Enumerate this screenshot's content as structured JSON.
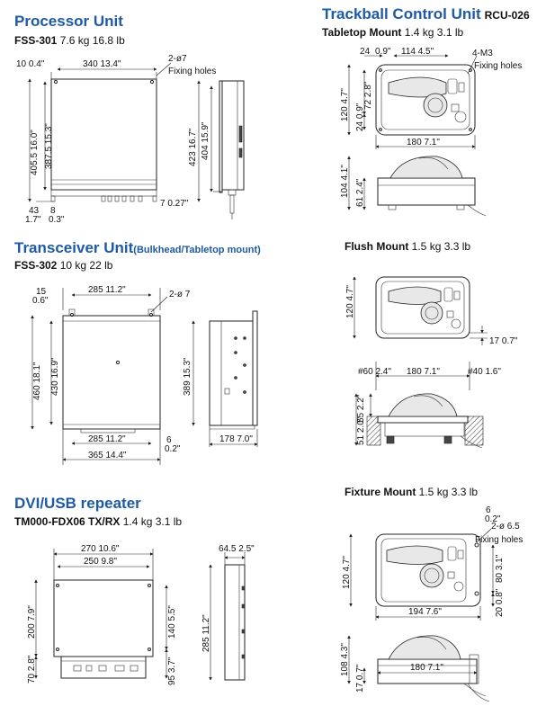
{
  "processor": {
    "title": "Processor Unit",
    "model": "FSS-301",
    "weight": "7.6 kg  16.8 lb",
    "dims": {
      "w_top": "340  13.4\"",
      "left_off": "10  0.4\"",
      "holes": "2-ø7",
      "holes_label": "Fixing holes",
      "h_outer": "405.5  16.0\"",
      "h_inner": "387.5  15.3\"",
      "side_h1": "423  16.7\"",
      "side_h2": "404  15.9\"",
      "side_d": "7  0.27\"",
      "bottom_a": "43",
      "bottom_a_in": "1.7\"",
      "bottom_b": "8",
      "bottom_b_in": "0.3\""
    }
  },
  "transceiver": {
    "title": "Transceiver Unit",
    "title_note": "(Bulkhead/Tabletop mount)",
    "model": "FSS-302",
    "weight": "10 kg  22 lb",
    "dims": {
      "left_off": "15",
      "left_off_in": "0.6\"",
      "w_top": "285  11.2\"",
      "holes": "2-ø 7",
      "h_outer": "460  18.1\"",
      "h_inner": "430  16.9\"",
      "side_h": "389  15.3\"",
      "w_bot1": "285  11.2\"",
      "w_bot2": "365  14.4\"",
      "bot_gap": "6",
      "bot_gap_in": "0.2\"",
      "side_d": "178  7.0\""
    }
  },
  "dvi": {
    "title": "DVI/USB repeater",
    "model": "TM000-FDX06 TX/RX",
    "weight": "1.4 kg  3.1 lb",
    "dims": {
      "w_outer": "270  10.6\"",
      "w_inner": "250  9.8\"",
      "h_body": "200  7.9\"",
      "h_bottom": "70  2.8\"",
      "h_holes": "140  5.5\"",
      "h_low": "95  3.7\"",
      "side_d": "64.5  2.5\"",
      "side_h": "285  11.2\""
    }
  },
  "trackball": {
    "title": "Trackball Control Unit",
    "model": "RCU-026",
    "tabletop": {
      "label": "Tabletop Mount",
      "weight": "1.4 kg  3.1 lb",
      "dims": {
        "a": "24",
        "a_in": "0.9\"",
        "b": "114  4.5\"",
        "holes": "4-M3",
        "holes_label": "Fixing holes",
        "h1": "120  4.7\"",
        "h2": "72  2.8\"",
        "h3": "24  0.9\"",
        "w": "180  7.1\"",
        "side_h1": "104  4.1\"",
        "side_h2": "61  2.4\""
      }
    },
    "flush": {
      "label": "Flush Mount",
      "weight": "1.5 kg  3.3 lb",
      "dims": {
        "h": "120  4.7\"",
        "d": "17  0.7\"",
        "cut_l": "#60  2.4\"",
        "w": "180  7.1\"",
        "cut_r": "#40  1.6\"",
        "h55": "55  2.2\"",
        "h51": "51  2.0\""
      }
    },
    "fixture": {
      "label": "Fixture Mount",
      "weight": "1.5 kg  3.3 lb",
      "dims": {
        "off": "6",
        "off_in": "0.2\"",
        "holes": "2-ø 6.5",
        "holes_label": "Fixing holes",
        "h": "120  4.7\"",
        "h80": "80  3.1\"",
        "h20": "20  0.8\"",
        "w": "194  7.6\"",
        "side_h1": "108  4.3\"",
        "side_h2": "17  0.7\"",
        "side_w": "180  7.1\""
      }
    }
  }
}
